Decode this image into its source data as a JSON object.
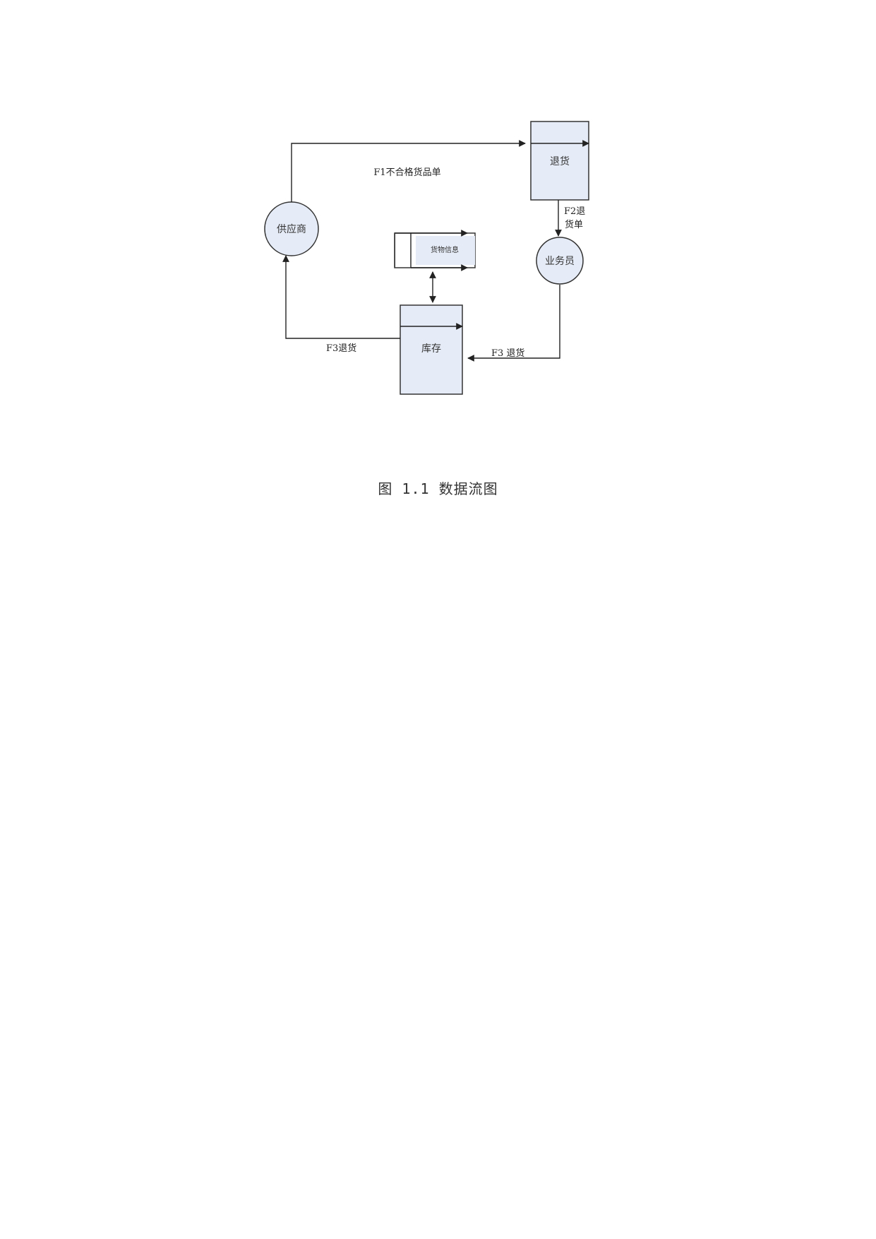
{
  "diagram": {
    "nodes": {
      "supplier": "供应商",
      "salesman": "业务员",
      "return_store": "退货",
      "inventory": "库存",
      "goods_info": "货物信息"
    },
    "flows": {
      "f1": "F1不合格货品单",
      "f2_line1": "F2退",
      "f2_line2": "货单",
      "f3_left": "F3退货",
      "f3_right": "F3 退货"
    }
  },
  "caption": "图 1.1  数据流图"
}
